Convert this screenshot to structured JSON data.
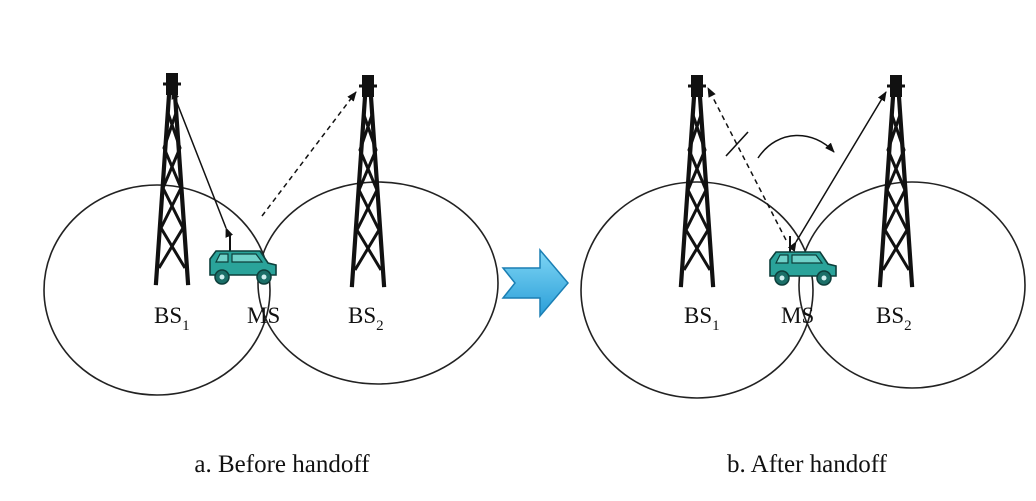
{
  "panels": [
    {
      "caption": "a. Before handoff",
      "bs1": {
        "main": "BS",
        "sub": "1"
      },
      "ms": "MS",
      "bs2": {
        "main": "BS",
        "sub": "2"
      }
    },
    {
      "caption": "b. After handoff",
      "bs1": {
        "main": "BS",
        "sub": "1"
      },
      "ms": "MS",
      "bs2": {
        "main": "BS",
        "sub": "2"
      }
    }
  ],
  "colors": {
    "vehicle": "#2aa39a",
    "arrow_fill": "#3fb8e8",
    "arrow_stroke": "#1b7fb4"
  }
}
